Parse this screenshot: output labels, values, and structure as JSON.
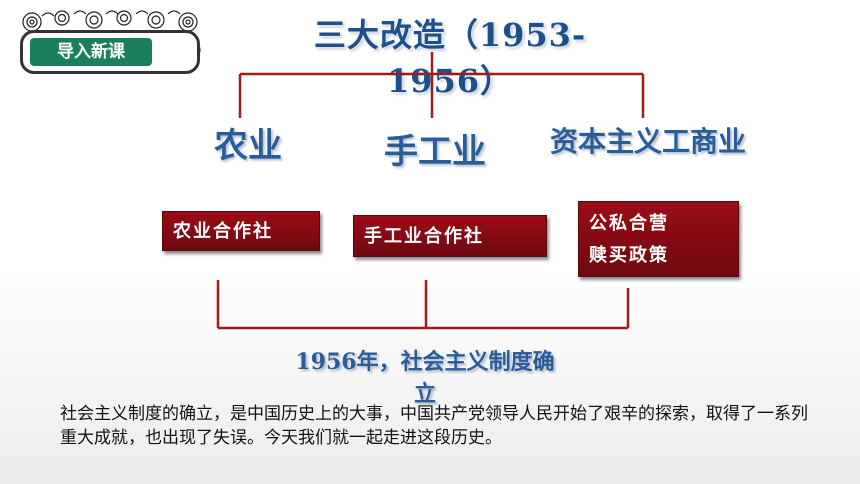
{
  "badge": {
    "label": "导入新课"
  },
  "title": "三大改造（1953-1956）",
  "categories": [
    {
      "label": "农业"
    },
    {
      "label": "手工业"
    },
    {
      "label": "资本主义工商业"
    }
  ],
  "boxes": [
    {
      "lines": [
        "农业合作社"
      ]
    },
    {
      "lines": [
        "手工业合作社"
      ]
    },
    {
      "lines": [
        "公私合营",
        "赎买政策"
      ]
    }
  ],
  "result": "1956年，社会主义制度确立",
  "paragraph": "社会主义制度的确立，是中国历史上的大事，中国共产党领导人民开始了艰辛的探索，取得了一系列重大成就，也出现了失误。今天我们就一起走进这段历史。",
  "colors": {
    "badge_green": "#1a7f5a",
    "line_red": "#a01c1c",
    "box_red": "#8b0a13",
    "title_blue": "#1e4f8a"
  }
}
